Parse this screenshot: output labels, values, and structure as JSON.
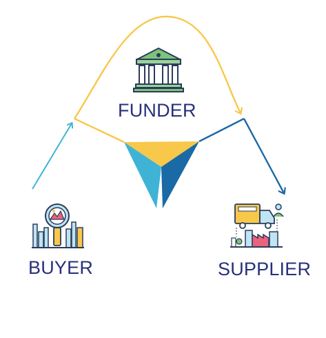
{
  "nodes": {
    "funder": {
      "label": "FUNDER",
      "icon": "bank-icon"
    },
    "buyer": {
      "label": "BUYER",
      "icon": "buyer-magnifier-city-icon"
    },
    "supplier": {
      "label": "SUPPLIER",
      "icon": "supplier-truck-factory-icon"
    }
  },
  "colors": {
    "label": "#27307a",
    "flow_buyer_to_funder": "#3fb3d6",
    "flow_funder_loop": "#f7c84a",
    "flow_funder_to_supplier": "#1a6aa6",
    "triangle_top": "#f7c84a",
    "triangle_left": "#3fb3d6",
    "triangle_right": "#1a6aa6"
  }
}
